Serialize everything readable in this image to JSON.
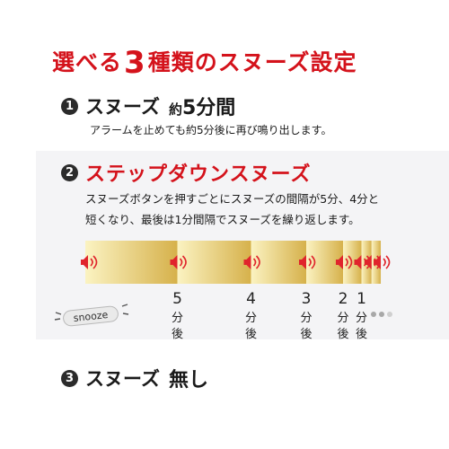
{
  "title": {
    "pre": "選べる",
    "num": "3",
    "post": "種類のスヌーズ設定"
  },
  "sections": [
    {
      "num": "1",
      "name": "スヌーズ",
      "extra_pre": "約",
      "extra_strong": "5分間",
      "desc": [
        "アラームを止めても約5分後に再び鳴り出します。"
      ]
    },
    {
      "num": "2",
      "name": "ステップダウンスヌーズ",
      "extra_pre": "",
      "extra_strong": "",
      "desc": [
        "スヌーズボタンを押すごとにスヌーズの間隔が5分、4分と",
        "短くなり、最後は1分間隔でスヌーズを繰り返します。"
      ]
    },
    {
      "num": "3",
      "name": "スヌーズ",
      "extra_pre": "",
      "extra_strong": "無し",
      "desc": []
    }
  ],
  "snooze_label": "snooze",
  "steps": [
    {
      "value": 5,
      "digit": "5",
      "unit": [
        "分",
        "後"
      ]
    },
    {
      "value": 4,
      "digit": "4",
      "unit": [
        "分",
        "後"
      ]
    },
    {
      "value": 3,
      "digit": "3",
      "unit": [
        "分",
        "後"
      ]
    },
    {
      "value": 2,
      "digit": "2",
      "unit": [
        "分",
        "後"
      ]
    },
    {
      "value": 1,
      "digit": "1",
      "unit": [
        "分",
        "後"
      ]
    }
  ],
  "icons": {
    "alarm": "speaker-icon",
    "continue": "ellipsis-icon"
  },
  "colors": {
    "accent": "#d4121b",
    "speaker": "#e0242c",
    "bar_light": "#fbf3c2",
    "bar_dark": "#d6b14b"
  }
}
